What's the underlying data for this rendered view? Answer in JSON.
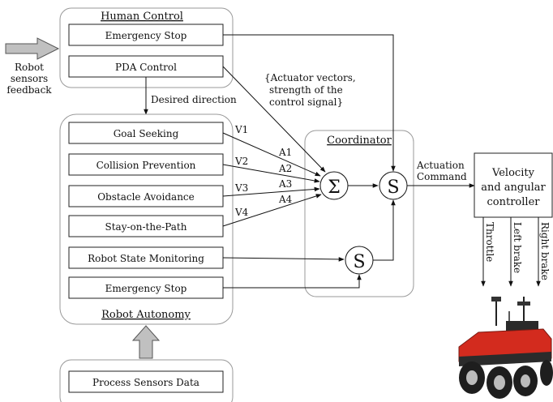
{
  "human_control": {
    "title": "Human Control",
    "emergency_stop": "Emergency Stop",
    "pda_control": "PDA Control"
  },
  "robot_sensors_feedback": [
    "Robot",
    "sensors",
    "feedback"
  ],
  "desired_direction": "Desired direction",
  "actuator_note": [
    "{Actuator vectors,",
    "strength of the",
    "control signal}"
  ],
  "robot_autonomy": {
    "title": "Robot Autonomy",
    "behaviors": [
      "Goal Seeking",
      "Collision Prevention",
      "Obstacle Avoidance",
      "Stay-on-the-Path",
      "Robot State Monitoring",
      "Emergency Stop"
    ]
  },
  "vectors": [
    "V1",
    "V2",
    "V3",
    "V4"
  ],
  "strengths": [
    "A1",
    "A2",
    "A3",
    "A4"
  ],
  "coordinator": {
    "title": "Coordinator",
    "sum_symbol": "Σ",
    "suppress_symbol": "S"
  },
  "actuation_command": [
    "Actuation",
    "Command"
  ],
  "controller": [
    "Velocity",
    "and angular",
    "controller"
  ],
  "outputs": [
    "Throttle",
    "Left brake",
    "Right brake"
  ],
  "process_sensors": "Process Sensors Data",
  "colors": {
    "group_border": "#9a9a9a",
    "arrow_fill": "#c0c0c0",
    "robot_body": "#d32b1e"
  }
}
